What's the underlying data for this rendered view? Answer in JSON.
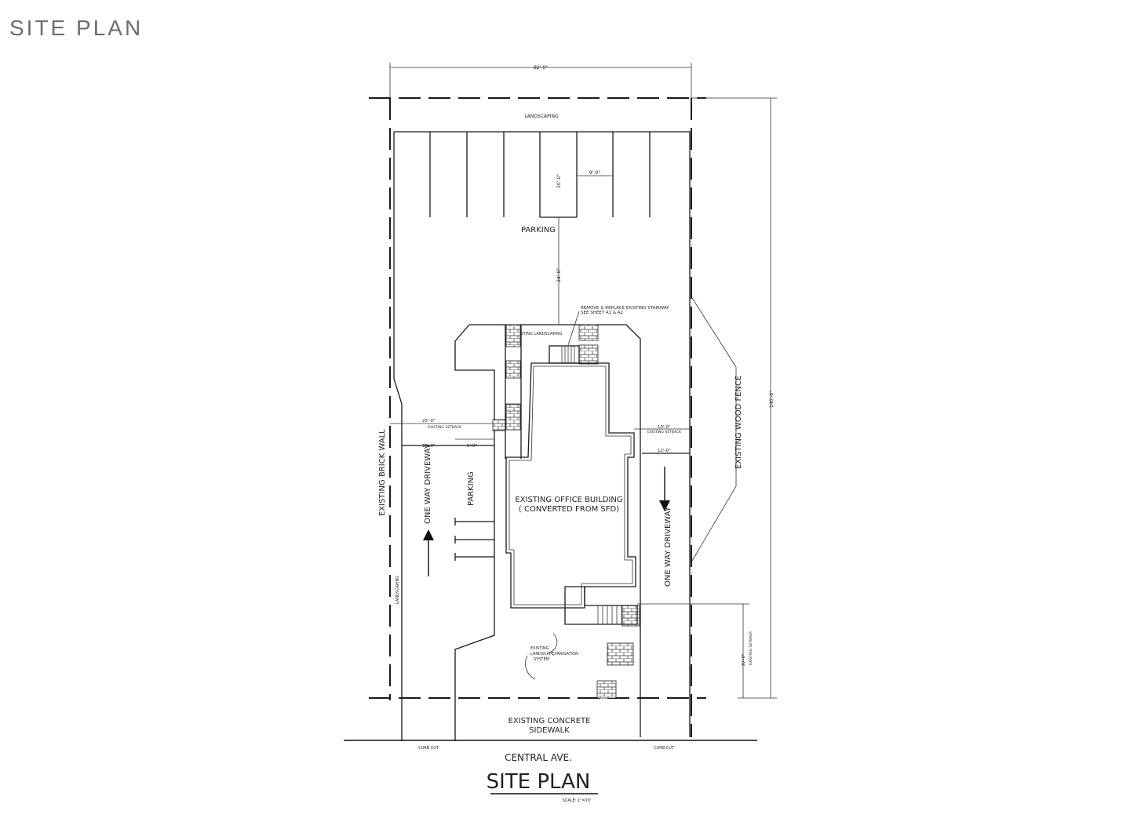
{
  "header": {
    "title": "SITE PLAN"
  },
  "plan": {
    "top_landscaping": "LANDSCAPING",
    "parking_top": "PARKING",
    "stair_note_line1": "REMOVE & REPLACE EXISTING STAIRWAY",
    "stair_note_line2": "SEE SHEET A1 & A2",
    "existing_landscaping_label": "EXISTING LANDSCAPING",
    "building_line1": "EXISTING OFFICE BUILDING",
    "building_line2": "( CONVERTED FROM SFD)",
    "parking_left": "PARKING",
    "one_way_left": "ONE WAY DRIVEWAY",
    "one_way_right": "ONE WAY DRIVEWAY",
    "brick_wall": "EXISTING BRICK WALL",
    "wood_fence": "EXISTING WOOD FENCE",
    "left_landscaping": "LANDSCAPING",
    "sprinkler_line1": "EXISTING",
    "sprinkler_line2": "LANDSCAPE/IRRIGATION",
    "sprinkler_line3": "SYSTEM",
    "sidewalk_line1": "EXISTING CONCRETE",
    "sidewalk_line2": "SIDEWALK",
    "street": "CENTRAL AVE.",
    "plan_title": "SITE PLAN",
    "scale_note": "SCALE: 1\"=20'",
    "dim_top": "82'-0\"",
    "dim_stall_width": "9'-0\"",
    "dim_stall_depth": "20'-0\"",
    "dim_aisle": "24'-0\"",
    "dim_left_setback": "25'-0\"",
    "dim_left_setback_note": "EXISTING SETBACK",
    "dim_left_drive": "12'-0\"",
    "dim_left_parking": "9'-0\"",
    "dim_right_setback": "10'-0\"",
    "dim_right_setback_note": "EXISTING SETBACK",
    "dim_right_drive": "12'-0\"",
    "dim_right_overall": "140'-0\"",
    "dim_front_setback": "30'-0\"",
    "dim_front_setback_note": "EXISTING SETBACK",
    "curb_left": "CURB CUT",
    "curb_right": "CURB CUT"
  }
}
